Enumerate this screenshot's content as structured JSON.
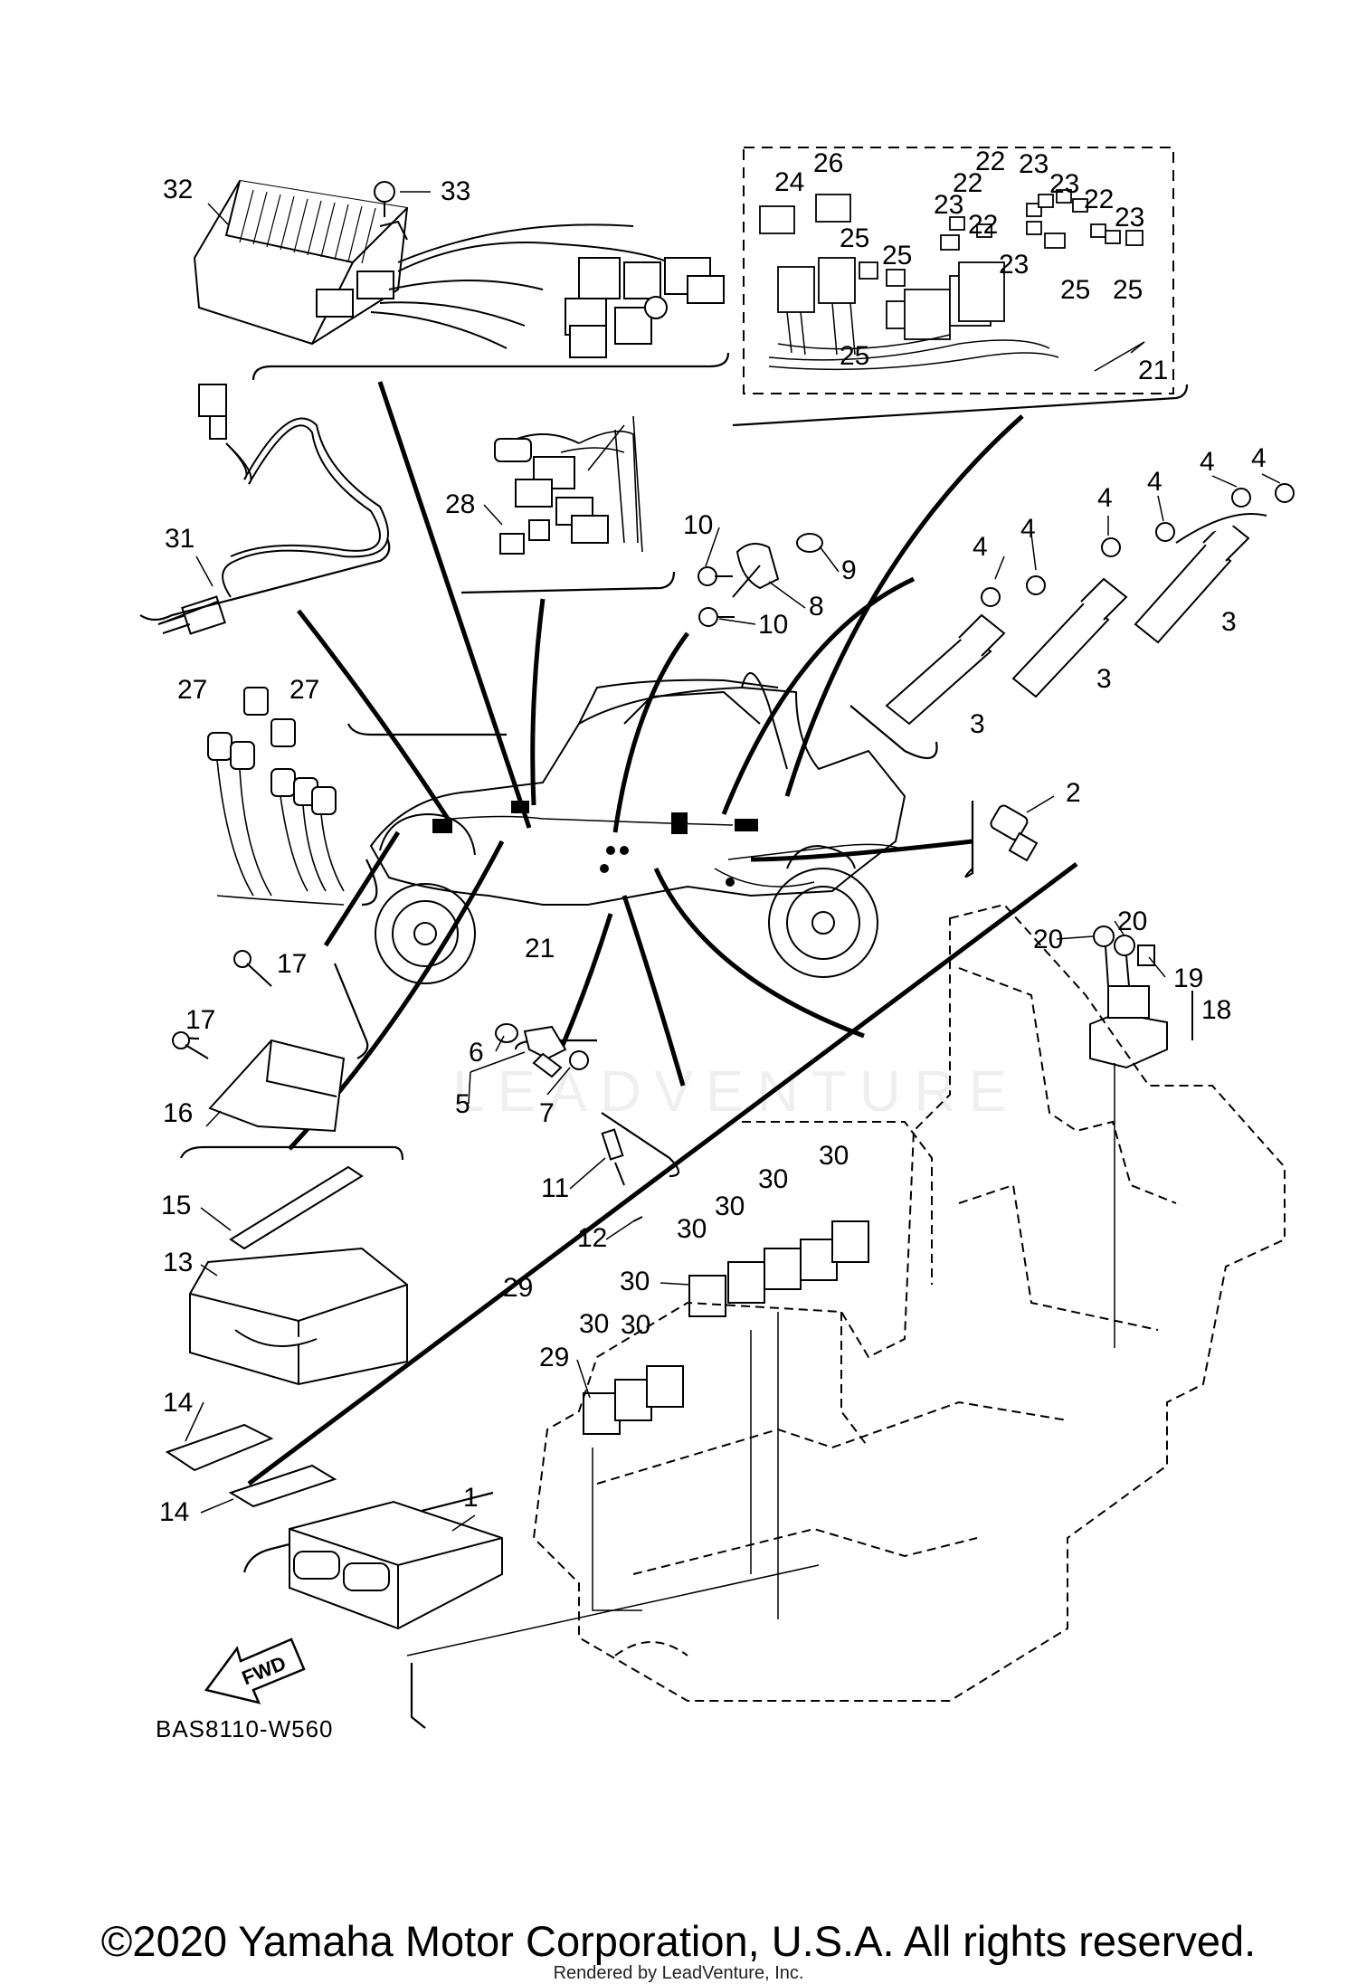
{
  "diagram": {
    "code": "BAS8110-W560",
    "fwd_label": "FWD",
    "watermark": "LEADVENTURE",
    "callouts": [
      "1",
      "2",
      "3",
      "3",
      "3",
      "4",
      "4",
      "4",
      "4",
      "4",
      "4",
      "5",
      "6",
      "7",
      "8",
      "9",
      "10",
      "10",
      "11",
      "12",
      "13",
      "14",
      "14",
      "15",
      "16",
      "17",
      "17",
      "18",
      "19",
      "20",
      "20",
      "21",
      "21",
      "22",
      "22",
      "22",
      "22",
      "23",
      "23",
      "23",
      "23",
      "23",
      "24",
      "25",
      "25",
      "25",
      "25",
      "25",
      "26",
      "27",
      "27",
      "28",
      "29",
      "29",
      "30",
      "30",
      "30",
      "30",
      "30",
      "30",
      "30",
      "31",
      "32",
      "33"
    ]
  },
  "footer": {
    "copyright": "©2020 Yamaha Motor Corporation, U.S.A. All rights reserved.",
    "rendered_by": "Rendered by LeadVenture, Inc."
  }
}
